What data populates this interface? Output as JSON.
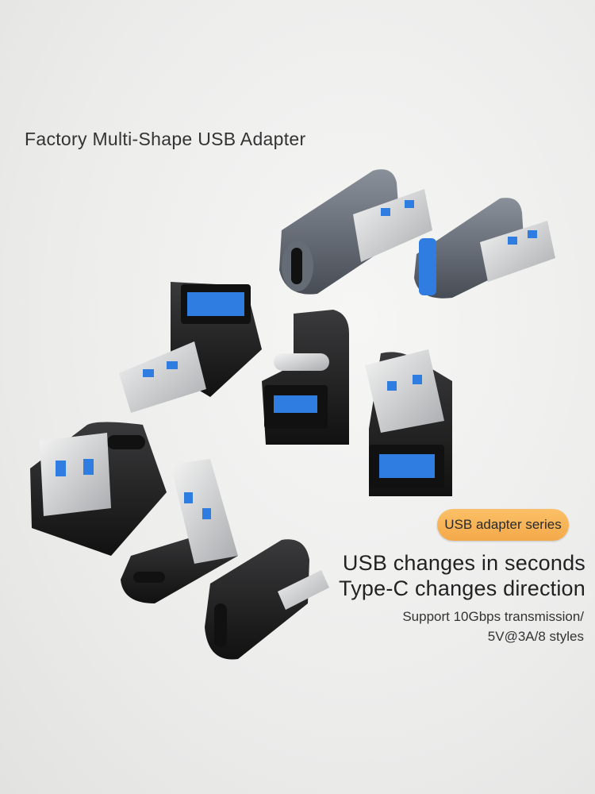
{
  "title": "Factory Multi-Shape USB Adapter",
  "badge": "USB adapter series",
  "headline_1": "USB changes in seconds",
  "headline_2": "Type-C changes direction",
  "subtitle_1": "Support 10Gbps transmission/",
  "subtitle_2": "5V@3A/8 styles",
  "colors": {
    "badge": "#f6b257",
    "black_body": "#1c1c1e",
    "grey_body": "#5d6470",
    "usb_blue": "#2f7de0",
    "metal": "#d9dadc"
  }
}
